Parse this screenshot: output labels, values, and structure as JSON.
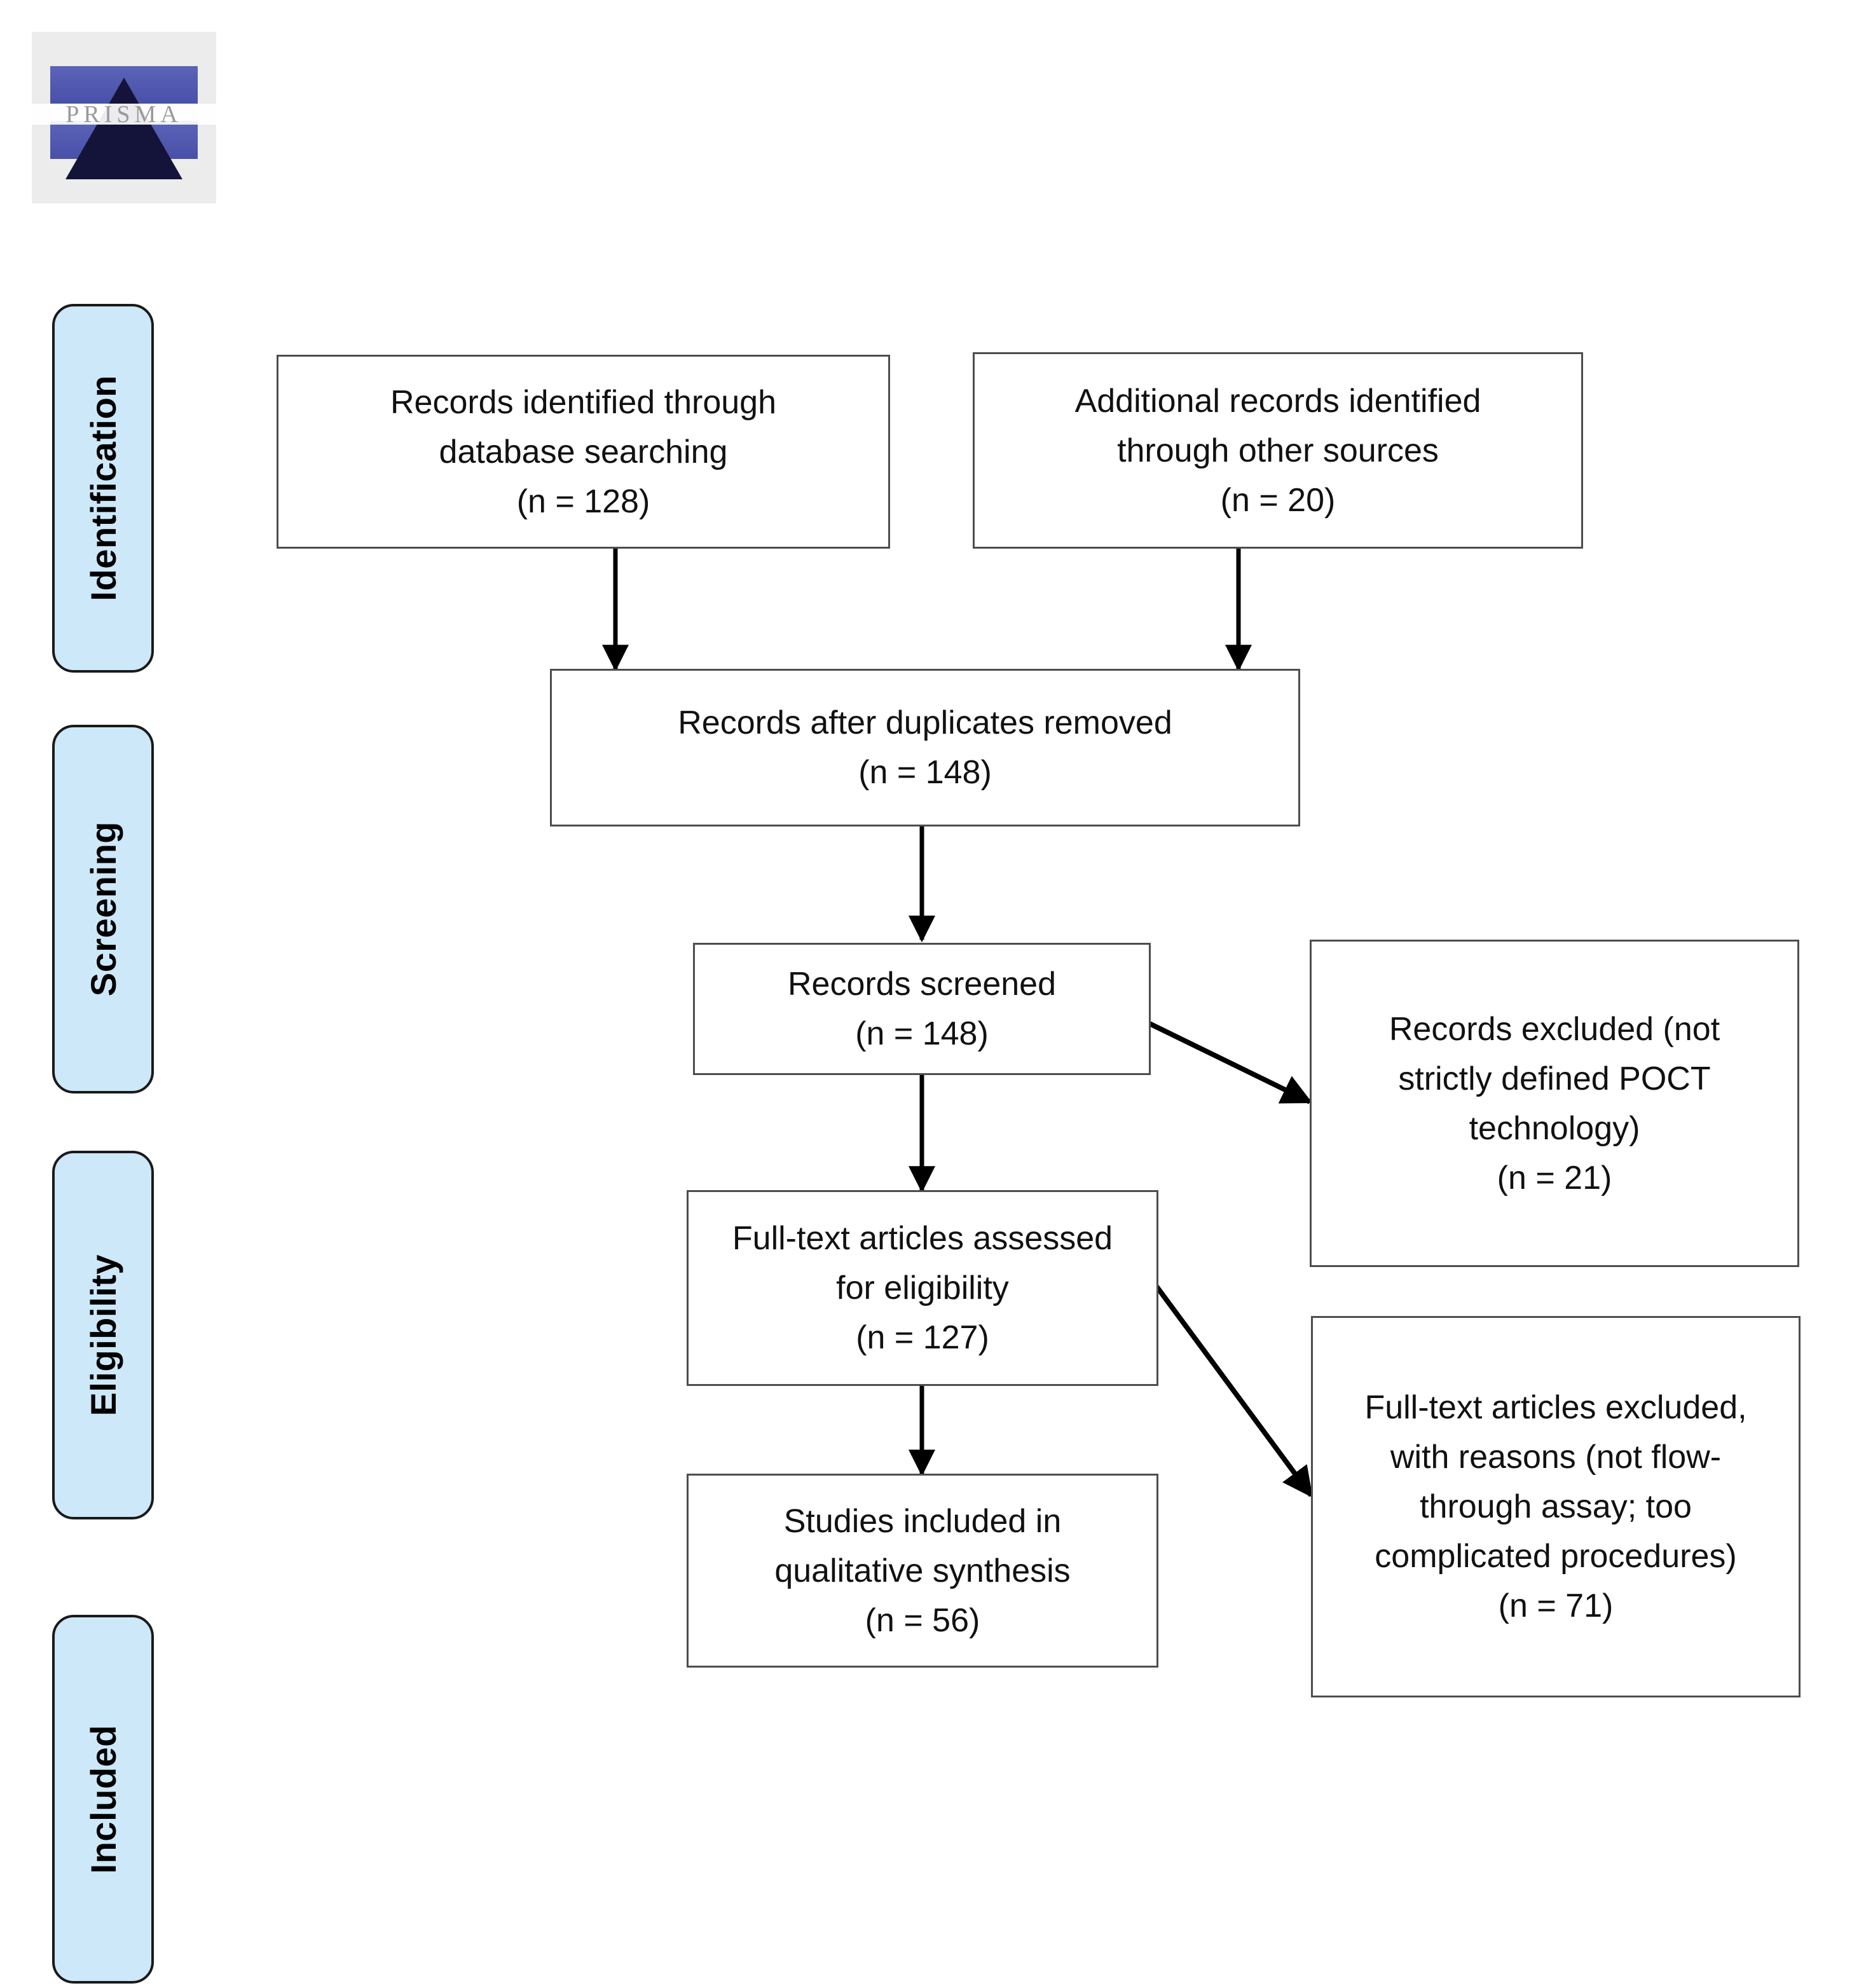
{
  "logo": {
    "wordmark": "PRISMA",
    "alt": "PRISMA logo"
  },
  "colors": {
    "stage_fill": "#CDE8F8",
    "stage_border": "#1A1A1A",
    "box_border": "#4D4D4D",
    "box_fill": "#FFFFFF",
    "arrow": "#000000",
    "text": "#111111",
    "background": "#FFFFFF"
  },
  "stages": [
    {
      "id": "identification",
      "label": "Identification"
    },
    {
      "id": "screening",
      "label": "Screening"
    },
    {
      "id": "eligibility",
      "label": "Eligibility"
    },
    {
      "id": "included",
      "label": "Included"
    }
  ],
  "chart_data": {
    "type": "diagram",
    "diagram_kind": "PRISMA flow diagram",
    "nodes": [
      {
        "id": "db-search",
        "stage": "identification",
        "text": "Records identified through\ndatabase searching\n(n = 128)",
        "n": 128
      },
      {
        "id": "other-sources",
        "stage": "identification",
        "text": "Additional records identified\nthrough other sources\n(n = 20)",
        "n": 20
      },
      {
        "id": "duplicates",
        "stage": "screening",
        "text": "Records after duplicates removed\n(n = 148)",
        "n": 148
      },
      {
        "id": "screened",
        "stage": "screening",
        "text": "Records screened\n(n = 148)",
        "n": 148
      },
      {
        "id": "records-excluded",
        "stage": "screening",
        "text": "Records excluded (not\nstrictly defined POCT\ntechnology)\n(n = 21)",
        "n": 21
      },
      {
        "id": "fulltext-assessed",
        "stage": "eligibility",
        "text": "Full-text articles assessed\nfor eligibility\n(n = 127)",
        "n": 127
      },
      {
        "id": "fulltext-excluded",
        "stage": "eligibility",
        "text": "Full-text articles excluded,\nwith reasons (not flow-\nthrough assay; too\ncomplicated procedures)\n(n = 71)",
        "n": 71
      },
      {
        "id": "included-studies",
        "stage": "included",
        "text": "Studies included in\nqualitative synthesis\n(n = 56)",
        "n": 56
      }
    ],
    "edges": [
      {
        "from": "db-search",
        "to": "duplicates",
        "kind": "vertical"
      },
      {
        "from": "other-sources",
        "to": "duplicates",
        "kind": "vertical"
      },
      {
        "from": "duplicates",
        "to": "screened",
        "kind": "vertical"
      },
      {
        "from": "screened",
        "to": "records-excluded",
        "kind": "diagonal"
      },
      {
        "from": "screened",
        "to": "fulltext-assessed",
        "kind": "vertical"
      },
      {
        "from": "fulltext-assessed",
        "to": "fulltext-excluded",
        "kind": "diagonal"
      },
      {
        "from": "fulltext-assessed",
        "to": "included-studies",
        "kind": "vertical"
      }
    ]
  }
}
